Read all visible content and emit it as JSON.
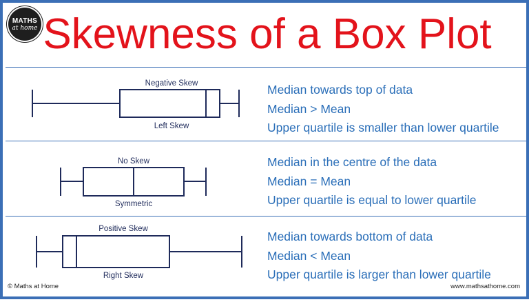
{
  "logo": {
    "main": "MATHS",
    "sub": "at home"
  },
  "title": "Skewness of a Box Plot",
  "rows": [
    {
      "top_label": "Negative Skew",
      "bottom_label": "Left Skew",
      "lines": [
        "Median towards top of data",
        "Median > Mean",
        "Upper quartile is smaller than lower quartile"
      ]
    },
    {
      "top_label": "No Skew",
      "bottom_label": "Symmetric",
      "lines": [
        "Median in the centre of the data",
        "Median = Mean",
        "Upper quartile is equal to lower quartile"
      ]
    },
    {
      "top_label": "Positive Skew",
      "bottom_label": "Right Skew",
      "lines": [
        "Median towards bottom of data",
        "Median < Mean",
        "Upper quartile is larger than lower quartile"
      ]
    }
  ],
  "footer": {
    "left": "© Maths at Home",
    "right": "www.mathsathome.com"
  },
  "colors": {
    "title": "#e3131b",
    "border": "#3b6fb6",
    "text": "#2a6eb8",
    "plot": "#1e2a5a"
  }
}
